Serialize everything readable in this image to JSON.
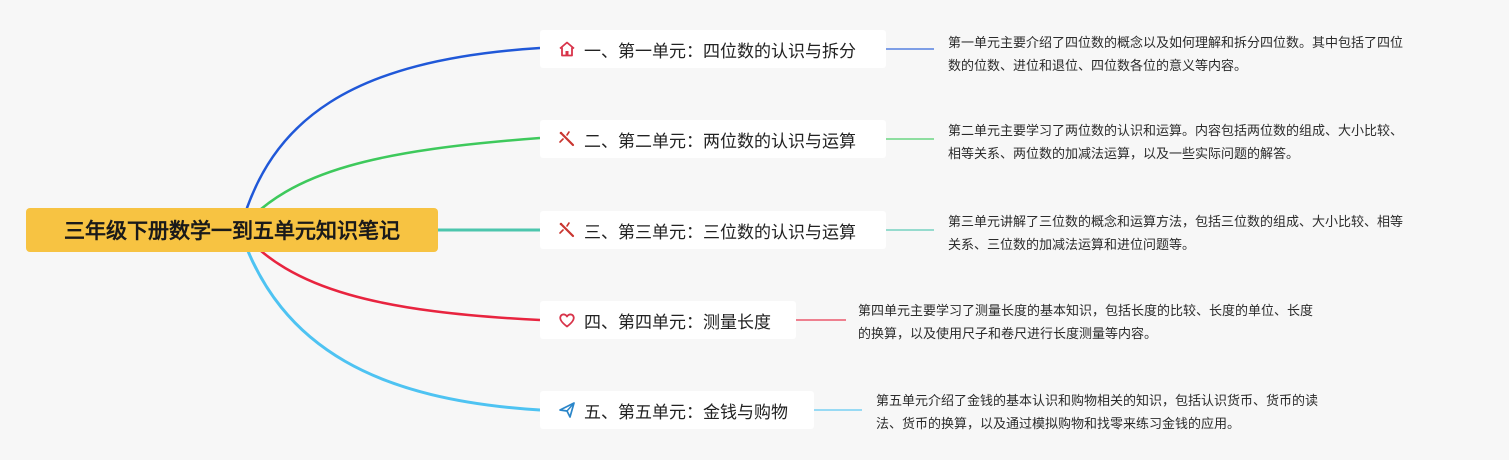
{
  "root": {
    "title": "三年级下册数学一到五单元知识笔记",
    "color": "#f7c342"
  },
  "branches": [
    {
      "label": "一、第一单元：四位数的认识与拆分",
      "icon": "home-icon",
      "color": "#2058d8",
      "note_lines": [
        "第一单元主要介绍了四位数的概念以及如何理解和拆分四位数。其中包括了四位",
        "数的位数、进位和退位、四位数各位的意义等内容。"
      ]
    },
    {
      "label": "二、第二单元：两位数的认识与运算",
      "icon": "magic-wand-icon",
      "color": "#3ec95c",
      "note_lines": [
        "第二单元主要学习了两位数的认识和运算。内容包括两位数的组成、大小比较、",
        "相等关系、两位数的加减法运算，以及一些实际问题的解答。"
      ]
    },
    {
      "label": "三、第三单元：三位数的认识与运算",
      "icon": "magic-wand-icon",
      "color": "#4cc6ad",
      "note_lines": [
        "第三单元讲解了三位数的概念和运算方法，包括三位数的组成、大小比较、相等",
        "关系、三位数的加减法运算和进位问题等。"
      ]
    },
    {
      "label": "四、第四单元：测量长度",
      "icon": "heart-icon",
      "color": "#e8243f",
      "note_lines": [
        "第四单元主要学习了测量长度的基本知识，包括长度的比较、长度的单位、长度",
        "的换算，以及使用尺子和卷尺进行长度测量等内容。"
      ]
    },
    {
      "label": "五、第五单元：金钱与购物",
      "icon": "send-icon",
      "color": "#4ec3f2",
      "note_lines": [
        "第五单元介绍了金钱的基本认识和购物相关的知识，包括认识货币、货币的读",
        "法、货币的换算，以及通过模拟购物和找零来练习金钱的应用。"
      ]
    }
  ]
}
